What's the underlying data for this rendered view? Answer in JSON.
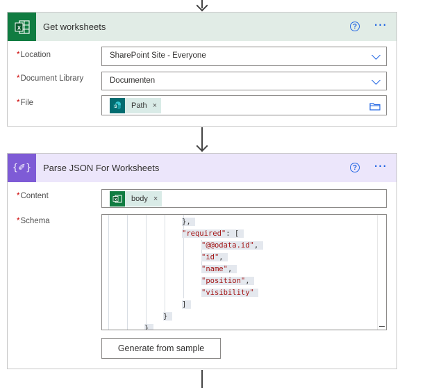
{
  "get_worksheets": {
    "title": "Get worksheets",
    "header_color": "#e1ece6",
    "icon_color": "#107c41",
    "help": "?",
    "more": "···",
    "fields": {
      "location": {
        "required": "*",
        "label": "Location",
        "value": "SharePoint Site - Everyone"
      },
      "document_library": {
        "required": "*",
        "label": "Document Library",
        "value": "Documenten"
      },
      "file": {
        "required": "*",
        "label": "File",
        "token_label": "Path",
        "token_remove": "×"
      }
    }
  },
  "parse_json": {
    "title": "Parse JSON For Worksheets",
    "header_color": "#ece6fb",
    "icon_color": "#7e5bd6",
    "icon_text": "{✐}",
    "help": "?",
    "more": "···",
    "fields": {
      "content": {
        "required": "*",
        "label": "Content",
        "token_label": "body",
        "token_remove": "×"
      },
      "schema": {
        "required": "*",
        "label": "Schema",
        "lines": [
          {
            "tokens": [
              {
                "t": "}",
                "c": "pun"
              },
              {
                "t": ",",
                "c": "pun"
              }
            ]
          },
          {
            "tokens": [
              {
                "t": "\"required\"",
                "c": "str"
              },
              {
                "t": ": [",
                "c": "pun"
              }
            ]
          },
          {
            "tokens": [
              {
                "t": "\"@@odata.id\"",
                "c": "str"
              },
              {
                "t": ",",
                "c": "pun"
              }
            ]
          },
          {
            "tokens": [
              {
                "t": "\"id\"",
                "c": "str"
              },
              {
                "t": ",",
                "c": "pun"
              }
            ]
          },
          {
            "tokens": [
              {
                "t": "\"name\"",
                "c": "str"
              },
              {
                "t": ",",
                "c": "pun"
              }
            ]
          },
          {
            "tokens": [
              {
                "t": "\"position\"",
                "c": "str"
              },
              {
                "t": ",",
                "c": "pun"
              }
            ]
          },
          {
            "tokens": [
              {
                "t": "\"visibility\"",
                "c": "str"
              }
            ]
          },
          {
            "tokens": [
              {
                "t": "]",
                "c": "pun"
              }
            ]
          },
          {
            "tokens": [
              {
                "t": "}",
                "c": "pun"
              }
            ]
          },
          {
            "tokens": [
              {
                "t": "}",
                "c": "pun"
              }
            ]
          }
        ]
      }
    },
    "generate_button": "Generate from sample"
  }
}
